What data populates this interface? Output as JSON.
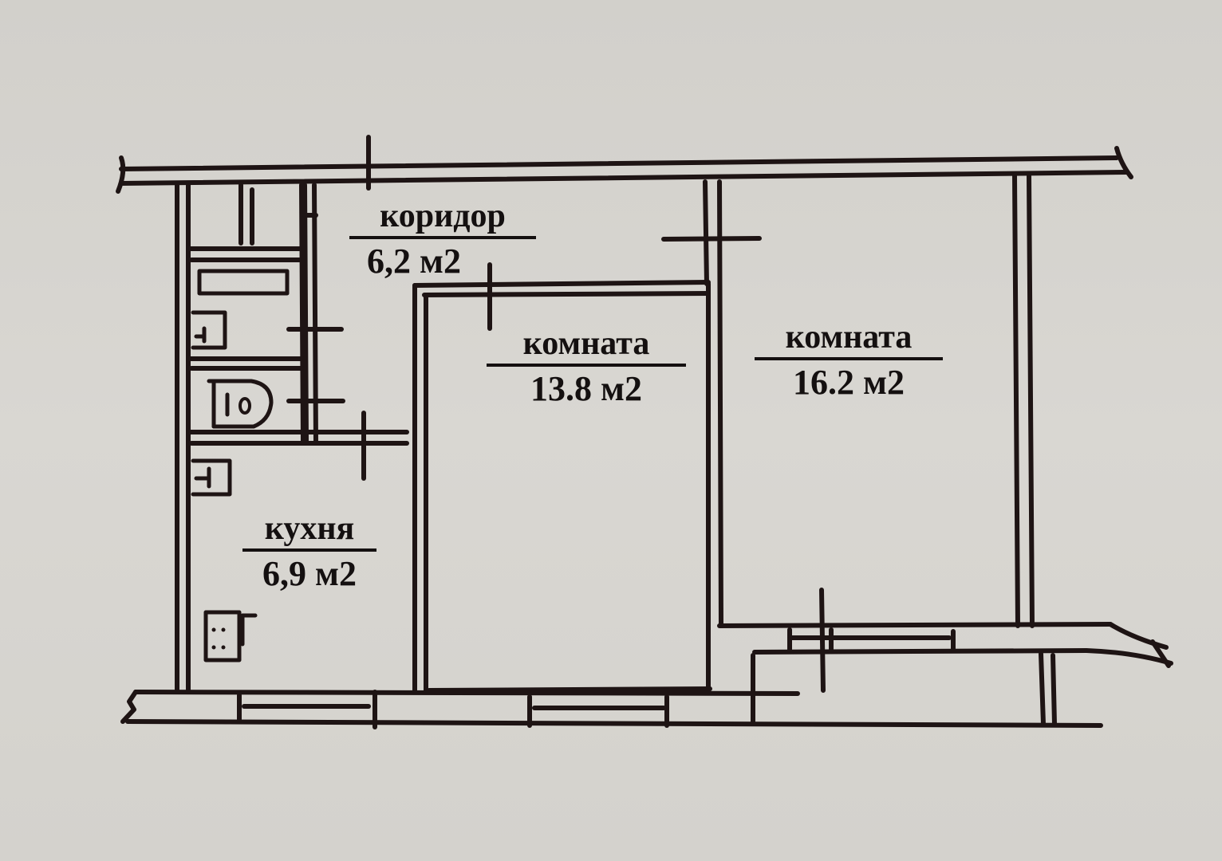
{
  "diagram": {
    "type": "floor-plan",
    "colors": {
      "paper": "#d6d4cf",
      "ink": "#1e1414"
    },
    "rooms": [
      {
        "id": "corridor",
        "name": "коридор",
        "area": "6,2 м2"
      },
      {
        "id": "room1",
        "name": "комната",
        "area": "13.8 м2"
      },
      {
        "id": "room2",
        "name": "комната",
        "area": "16.2 м2"
      },
      {
        "id": "kitchen",
        "name": "кухня",
        "area": "6,9 м2"
      }
    ],
    "fixtures": [
      "bathtub",
      "sink-bath",
      "toilet",
      "sink-kitchen",
      "stove"
    ]
  }
}
